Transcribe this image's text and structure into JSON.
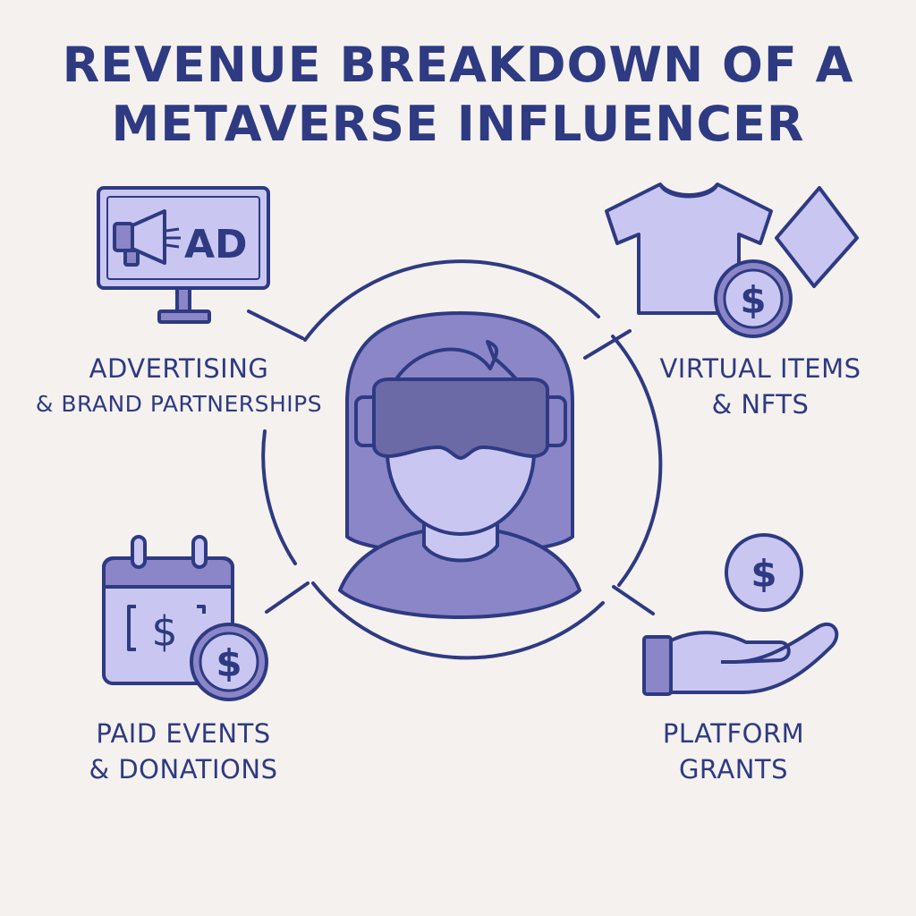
{
  "title": {
    "line1": "REVENUE BREAKDOWN OF A",
    "line2": "METAVERSE INFLUENCER"
  },
  "sections": {
    "advertising": {
      "line1": "ADVERTISING",
      "line2": "& BRAND PARTNERSHIPS",
      "icon_text": "AD",
      "icon": "ad-monitor-icon"
    },
    "virtual_items": {
      "line1": "VIRTUAL ITEMS",
      "line2": "& NFTS",
      "icon": "tshirt-nft-coin-icon"
    },
    "paid_events": {
      "line1": "PAID EVENTS",
      "line2": "& DONATIONS",
      "icon_text": "[$]",
      "icon": "calendar-coin-icon"
    },
    "platform_grants": {
      "line1": "PLATFORM",
      "line2": "GRANTS",
      "icon": "hand-coin-icon"
    }
  },
  "center": {
    "icon": "vr-avatar-icon"
  },
  "colors": {
    "background": "#f5f1ee",
    "navy": "#2e3a82",
    "light_fill": "#c9c7f2",
    "mid_fill": "#8a86c8",
    "visor": "#6b6aa6"
  }
}
